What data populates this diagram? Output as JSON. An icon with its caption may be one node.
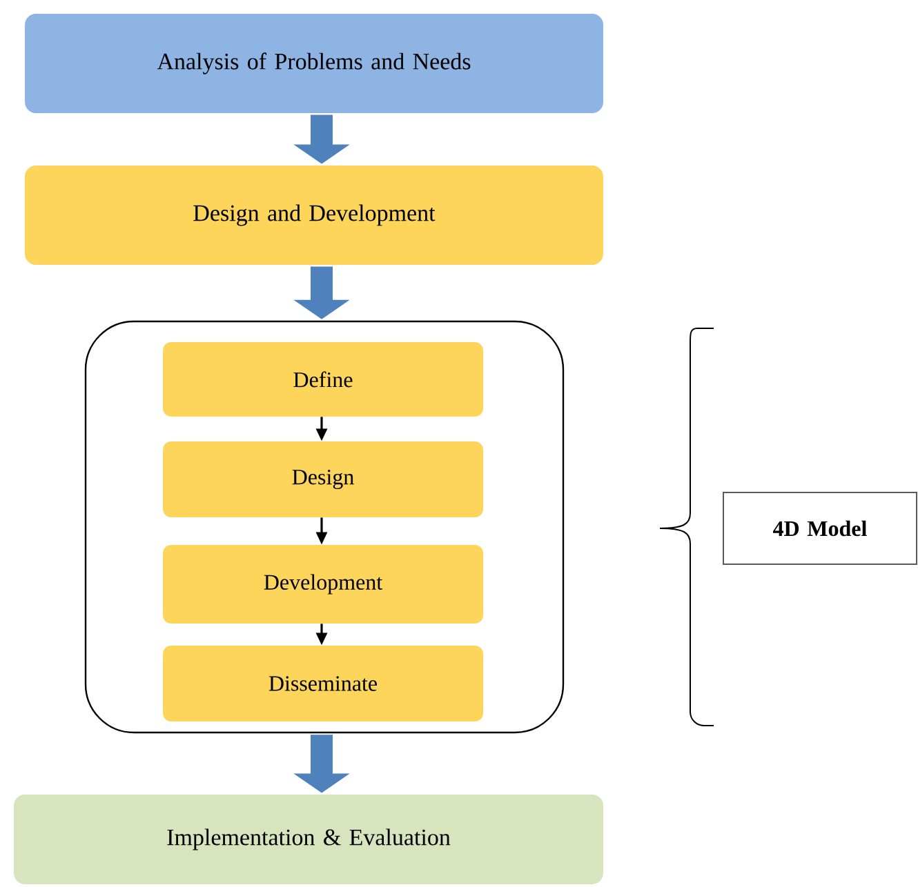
{
  "diagram": {
    "nodes": [
      {
        "text": [
          "Analysis of Problems and Needs"
        ]
      },
      {
        "text": [
          "Design and Development"
        ]
      },
      {
        "text": [],
        "shape": "box"
      },
      {
        "text": [
          "Define"
        ],
        "in": 2
      },
      {
        "text": [
          "Design"
        ],
        "in": 2
      },
      {
        "text": [
          "Development"
        ],
        "in": 2
      },
      {
        "text": [
          "Disseminate"
        ],
        "in": 2
      },
      {
        "text": [
          "Implementation & Evaluation"
        ]
      },
      {
        "text": [
          "4D Model"
        ]
      }
    ],
    "edges": [
      {
        "from": 0,
        "to": 1,
        "arrow": "to",
        "style": "thick",
        "color": "#4f81bd"
      },
      {
        "from": 1,
        "to": 2,
        "arrow": "to",
        "style": "thick",
        "color": "#4f81bd"
      },
      {
        "from": 2,
        "to": 7,
        "arrow": "to",
        "style": "thick",
        "color": "#4f81bd"
      },
      {
        "from": 3,
        "to": 4,
        "arrow": "to",
        "color": "#000000"
      },
      {
        "from": 4,
        "to": 5,
        "arrow": "to",
        "color": "#000000"
      },
      {
        "from": 5,
        "to": 6,
        "arrow": "to",
        "color": "#000000"
      }
    ]
  }
}
